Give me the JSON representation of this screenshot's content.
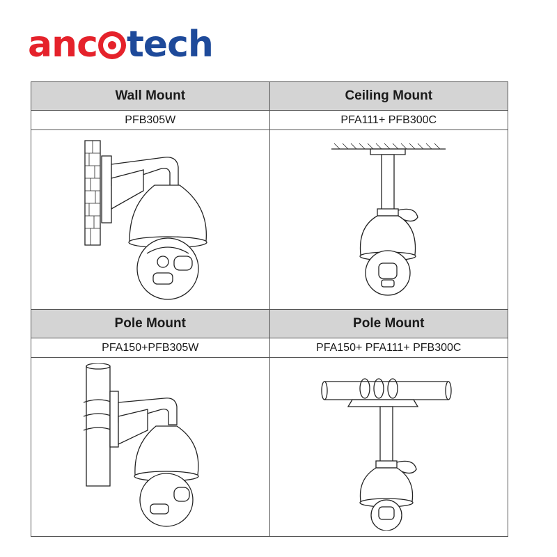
{
  "brand": {
    "part1": "anc",
    "part2": "tech",
    "colors": {
      "red": "#e5222b",
      "blue": "#1e4a9a"
    }
  },
  "mounts": [
    {
      "title": "Wall Mount",
      "model": "PFB305W",
      "illustration": "wall-mount-camera"
    },
    {
      "title": "Ceiling Mount",
      "model": "PFA111+ PFB300C",
      "illustration": "ceiling-mount-camera"
    },
    {
      "title": "Pole Mount",
      "model": "PFA150+PFB305W",
      "illustration": "pole-wall-mount-camera"
    },
    {
      "title": "Pole Mount",
      "model": "PFA150+ PFA111+ PFB300C",
      "illustration": "pole-pendant-mount-camera"
    }
  ]
}
